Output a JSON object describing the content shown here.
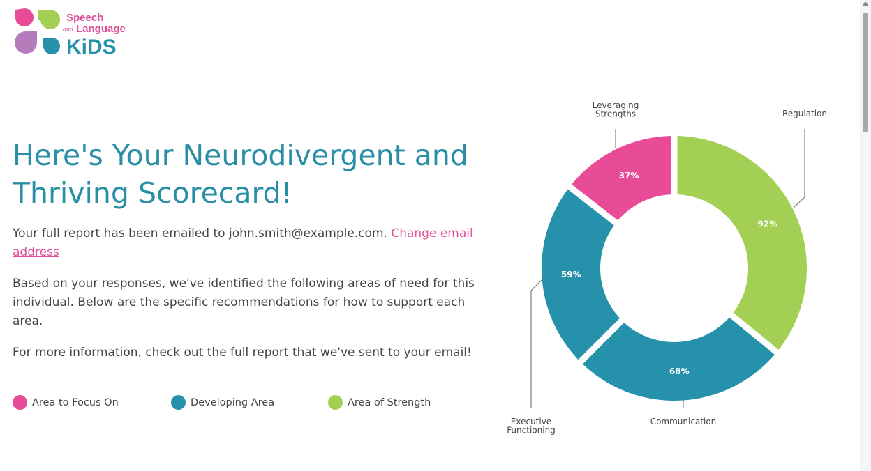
{
  "logo": {
    "line1": "Speech",
    "line2a": "and",
    "line2b": "Language",
    "line3": "KiDS"
  },
  "heading": "Here's Your Neurodivergent and Thriving Scorecard!",
  "email_text": "Your full report has been emailed to john.smith@example.com. ",
  "change_email_link": "Change email address",
  "para2": "Based on your responses, we've identified the following areas of need for this individual.  Below are the specific recommendations for how to support each area.",
  "para3": "For more information, check out the full report that we've sent to your email!",
  "legend": [
    {
      "label": "Area to Focus On",
      "color": "#e84c97"
    },
    {
      "label": "Developing Area",
      "color": "#2591aa"
    },
    {
      "label": "Area of Strength",
      "color": "#a3cf55"
    }
  ],
  "colors": {
    "pink": "#e84c97",
    "teal": "#2591aa",
    "green": "#a3cf55",
    "title": "#2a8fa6"
  },
  "chart_data": {
    "type": "pie",
    "variant": "donut",
    "categories": [
      "Regulation",
      "Communication",
      "Executive Functioning",
      "Leveraging Strengths"
    ],
    "values": [
      92,
      68,
      59,
      37
    ],
    "value_labels": [
      "92%",
      "68%",
      "59%",
      "37%"
    ],
    "colors": [
      "#a3cf55",
      "#2591aa",
      "#2591aa",
      "#e84c97"
    ],
    "legend": "none"
  }
}
